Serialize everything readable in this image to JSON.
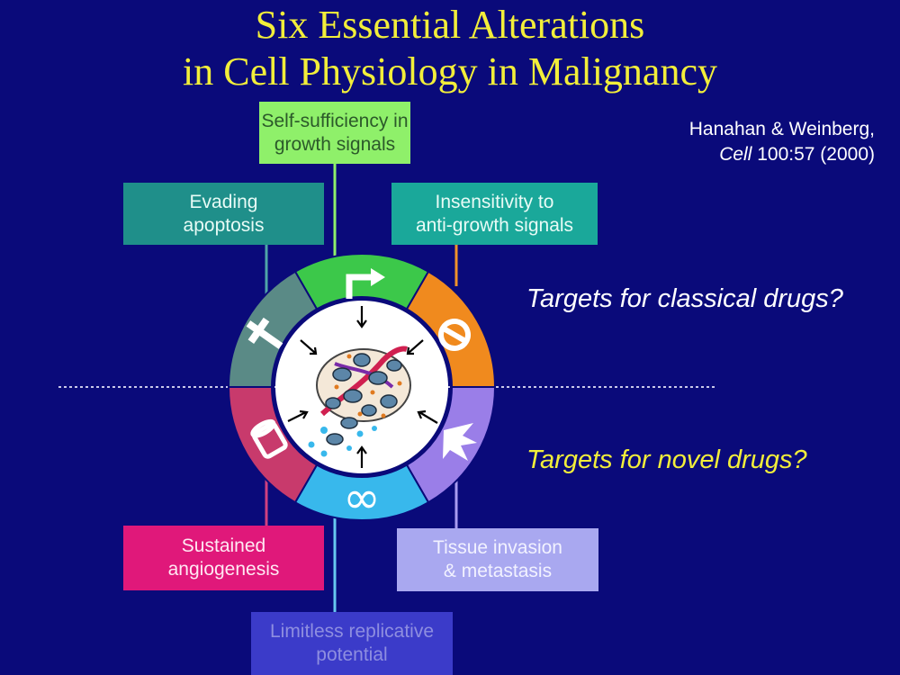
{
  "title": {
    "line1": "Six Essential Alterations",
    "line2": "in Cell Physiology in Malignancy"
  },
  "citation": {
    "authors": "Hanahan & Weinberg,",
    "journal": "Cell",
    "ref": " 100:57 (2000)"
  },
  "hallmarks": {
    "growth_signals": {
      "line1": "Self-sufficiency in",
      "line2": "growth signals",
      "color": "#8ff06a"
    },
    "evading_apoptosis": {
      "line1": "Evading",
      "line2": "apoptosis",
      "color": "#1f8f8a"
    },
    "anti_growth": {
      "line1": "Insensitivity to",
      "line2": "anti-growth signals",
      "color": "#1aa89a"
    },
    "angiogenesis": {
      "line1": "Sustained",
      "line2": "angiogenesis",
      "color": "#e0187a"
    },
    "invasion": {
      "line1": "Tissue invasion",
      "line2": "& metastasis",
      "color": "#a9a8f0"
    },
    "replicative": {
      "line1": "Limitless replicative",
      "line2": "potential",
      "color": "#3b3bc9"
    }
  },
  "annotations": {
    "classical": "Targets for classical drugs?",
    "novel": "Targets for novel drugs?"
  }
}
